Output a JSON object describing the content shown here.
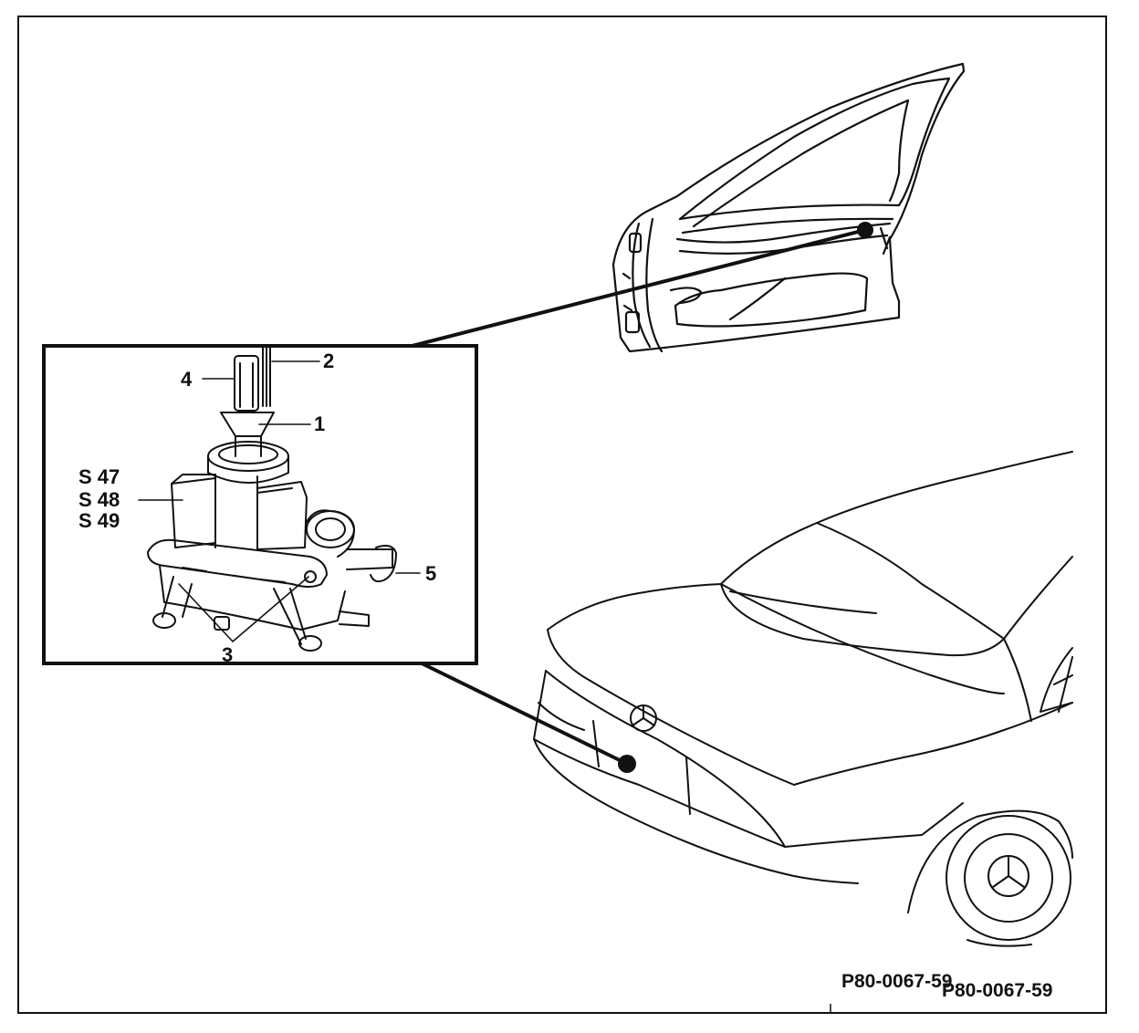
{
  "callouts": {
    "part_1": "1",
    "part_2": "2",
    "part_3": "3",
    "part_4": "4",
    "part_5": "5",
    "switch_codes": [
      "S 47",
      "S 48",
      "S 49"
    ]
  },
  "figure_code": {
    "primary": "P80-0067-59",
    "overlay": "P80-0067-59"
  }
}
